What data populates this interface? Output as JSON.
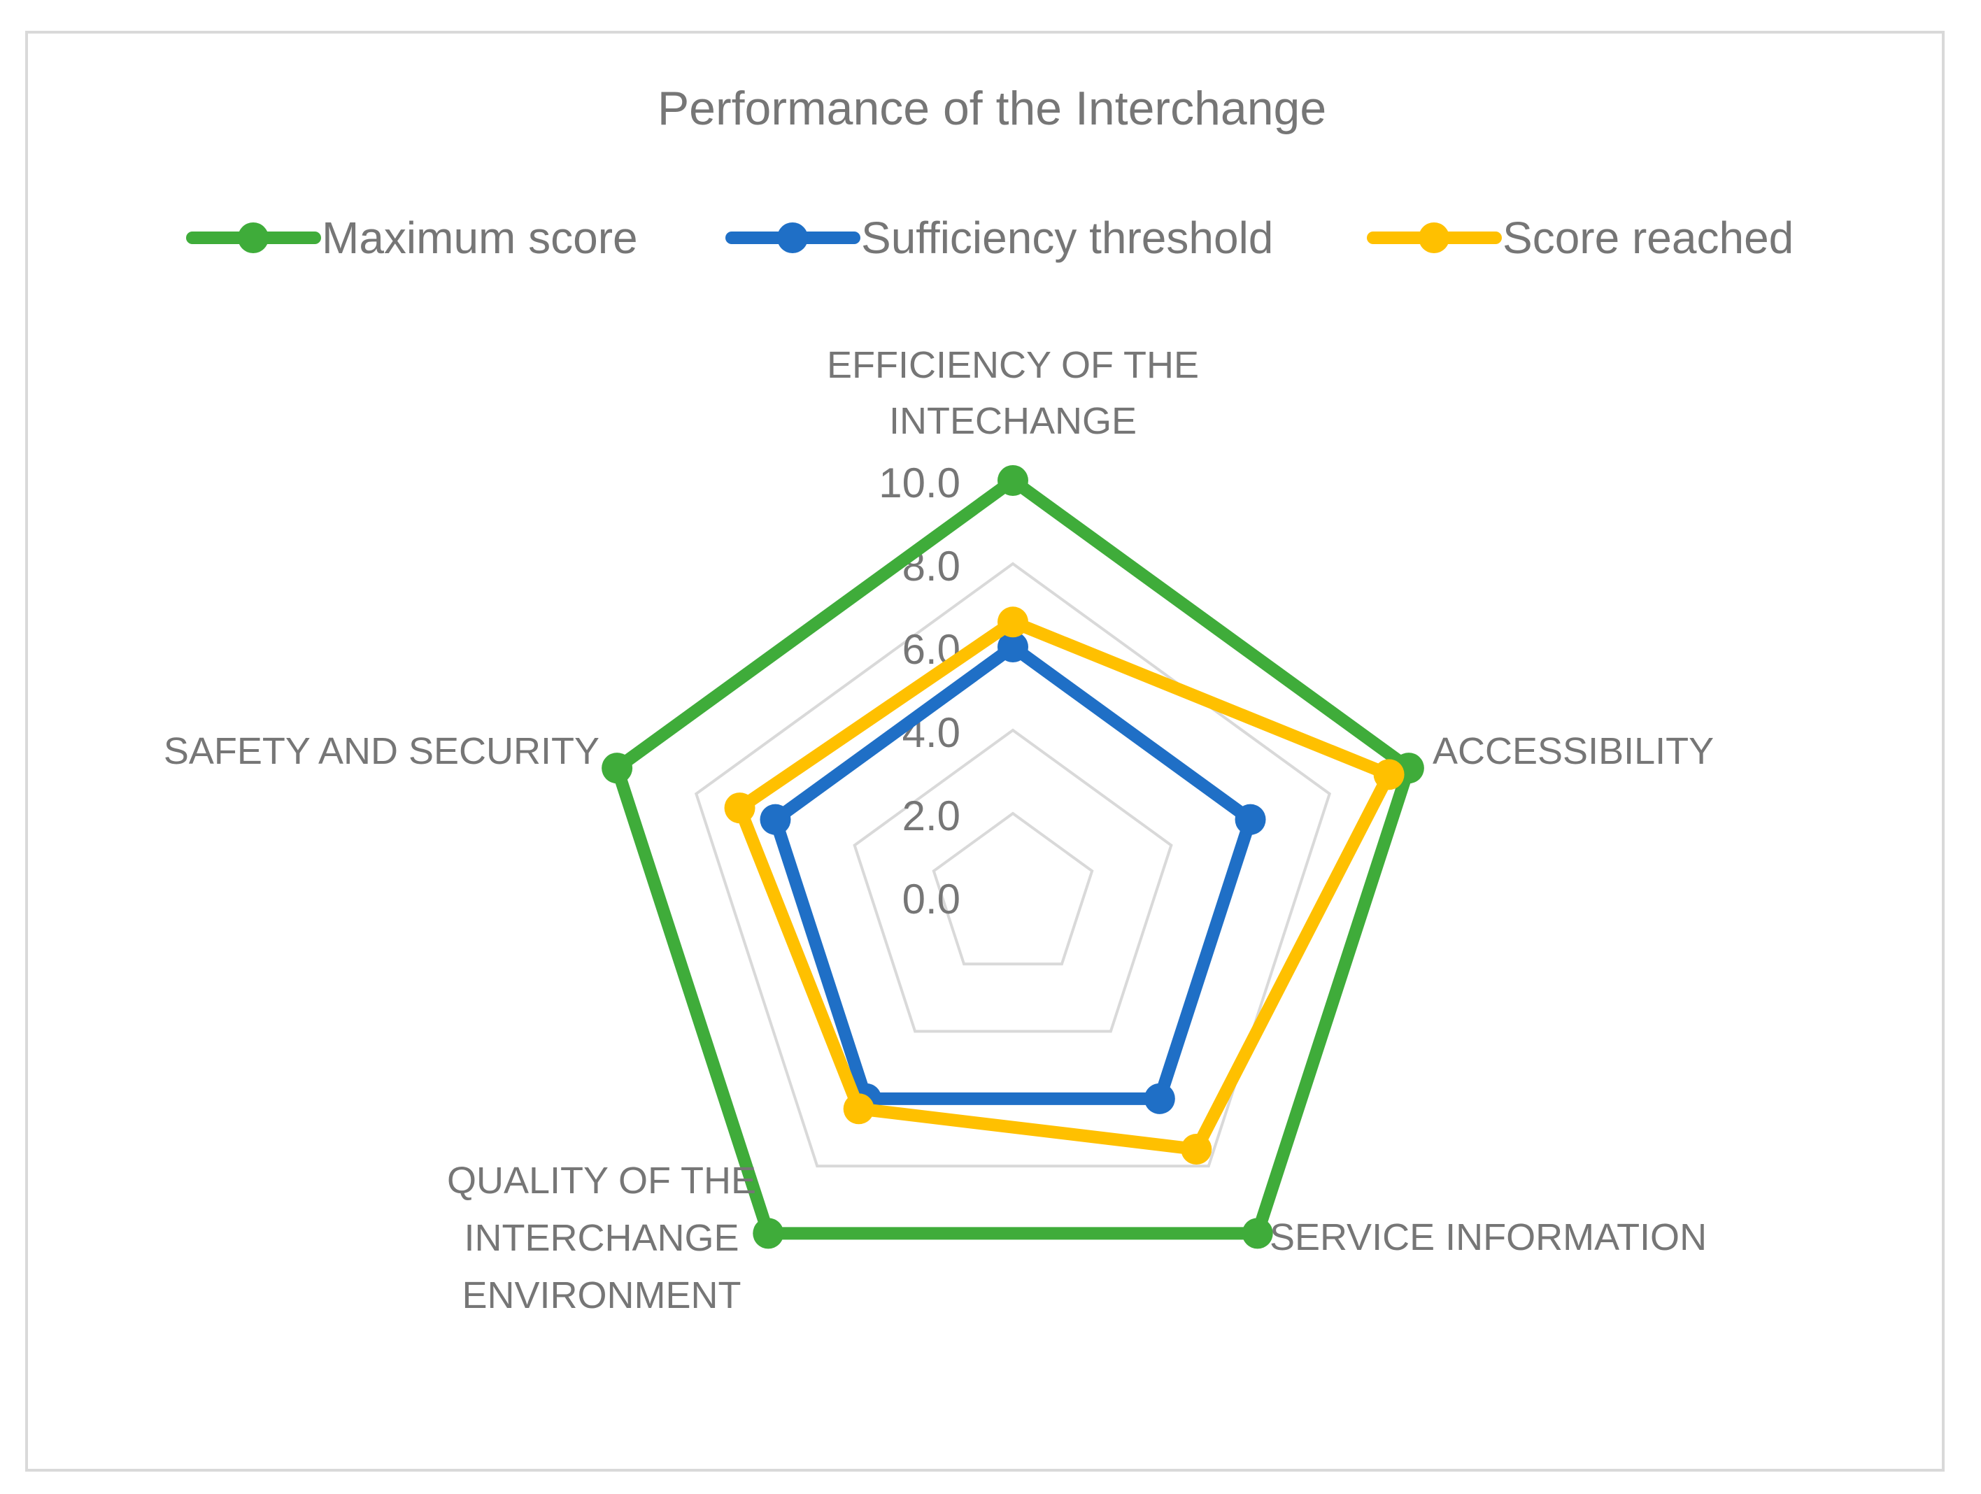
{
  "chart_data": {
    "type": "radar",
    "title": "Performance of the Interchange",
    "categories": [
      "EFFICIENCY OF THE INTECHANGE",
      "ACCESSIBILITY",
      "SERVICE INFORMATION",
      "QUALITY OF THE INTERCHANGE ENVIRONMENT",
      "SAFETY AND SECURITY"
    ],
    "series": [
      {
        "name": "Maximum score",
        "color": "#3fac3a",
        "values": [
          10.0,
          10.0,
          10.0,
          10.0,
          10.0
        ]
      },
      {
        "name": "Sufficiency threshold",
        "color": "#1f6fc6",
        "values": [
          6.0,
          6.0,
          6.0,
          6.0,
          6.0
        ]
      },
      {
        "name": "Score reached",
        "color": "#ffc000",
        "values": [
          6.6,
          9.5,
          7.5,
          6.3,
          6.9
        ]
      }
    ],
    "rlim": [
      0,
      10
    ],
    "ticks": [
      "0.0",
      "2.0",
      "4.0",
      "6.0",
      "8.0",
      "10.0"
    ],
    "grid": true,
    "legend_position": "top"
  }
}
